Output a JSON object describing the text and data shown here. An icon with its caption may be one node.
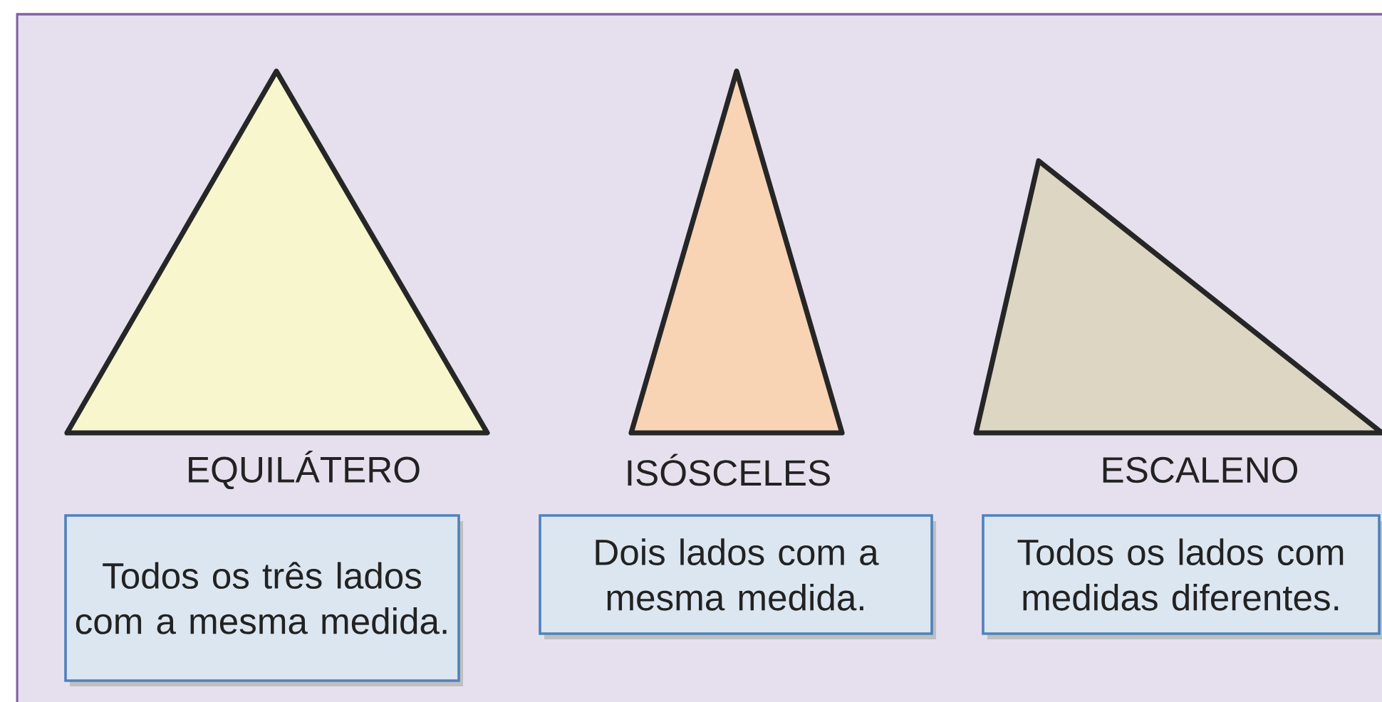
{
  "diagram": {
    "nodes": [
      {
        "text": [],
        "shape": "triangle",
        "beside": [
          "EQUILÁTERO"
        ]
      },
      {
        "text": [
          "Todos os três lados com a mesma medida."
        ]
      },
      {
        "text": [],
        "shape": "triangle",
        "beside": [
          "ISÓSCELES"
        ]
      },
      {
        "text": [
          "Dois lados com a mesma medida."
        ]
      },
      {
        "text": [],
        "shape": "triangle",
        "beside": [
          "ESCALENO"
        ]
      },
      {
        "text": [
          "Todos os lados com medidas diferentes."
        ]
      }
    ]
  }
}
